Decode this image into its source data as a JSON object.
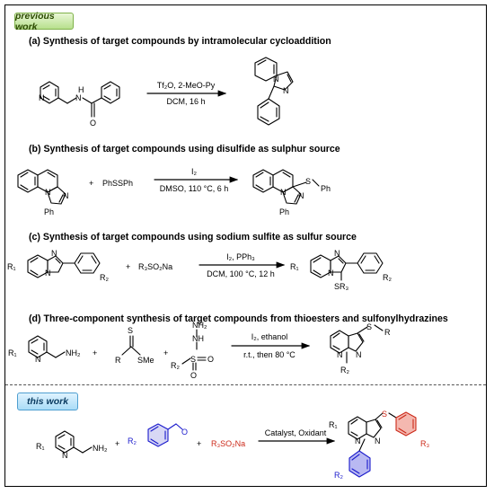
{
  "badges": {
    "previous": "previous work",
    "this": "this work"
  },
  "sections": {
    "a": {
      "title": "(a) Synthesis of target compounds by intramolecular cycloaddition",
      "condition_top": "Tf₂O, 2-MeO-Py",
      "condition_bottom": "DCM, 16 h",
      "substituents": {
        "nh": "N",
        "h": "H",
        "o": "O",
        "n1": "N",
        "n2": "N",
        "n3": "N"
      }
    },
    "b": {
      "title": "(b) Synthesis of target compounds using disulfide as sulphur source",
      "reagent": "PhSSPh",
      "plus": "+",
      "condition_top": "I₂",
      "condition_bottom": "DMSO, 110 °C, 6 h",
      "substituents": {
        "ph1": "Ph",
        "ph2": "Ph",
        "s": "S",
        "ph3": "Ph",
        "n1": "N",
        "n2": "N",
        "n3": "N",
        "n4": "N"
      }
    },
    "c": {
      "title": "(c) Synthesis of target compounds using sodium sulfite as sulfur source",
      "reagent": "R₃SO₂Na",
      "plus": "+",
      "condition_top": "I₂, PPh₃",
      "condition_bottom": "DCM, 100 °C, 12 h",
      "substituents": {
        "r1a": "R₁",
        "r2a": "R₂",
        "r1b": "R₁",
        "r2b": "R₂",
        "sr3": "SR₃",
        "n1": "N",
        "n2": "N",
        "n3": "N",
        "n4": "N"
      }
    },
    "d": {
      "title": "(d) Three-component synthesis of target compounds from thioesters and sulfonylhydrazines",
      "condition_top": "I₂,  ethanol",
      "condition_bottom": "r.t., then 80 °C",
      "plus1": "+",
      "plus2": "+",
      "substituents": {
        "r1": "R₁",
        "nh2": "NH₂",
        "s_thio": "S",
        "r_thio": "R",
        "sme": "SMe",
        "nh2_hyd": "NH₂",
        "nh": "NH",
        "r2": "R₂",
        "s_sulf": "S",
        "o1": "O",
        "o2": "O",
        "s_prod": "S",
        "r_prod": "R",
        "r2_prod": "R₂",
        "n1": "N",
        "n2": "N",
        "n3": "N"
      }
    },
    "e": {
      "condition": "Catalyst, Oxidant",
      "reagent": "R₃SO₂Na",
      "plus1": "+",
      "plus2": "+",
      "substituents": {
        "r1": "R₁",
        "nh2": "NH₂",
        "r2": "R₂",
        "o": "O",
        "r1_prod": "R₁",
        "s": "S",
        "r2_prod": "R₂",
        "r3": "R₃",
        "n1": "N",
        "n2": "N",
        "n3": "N"
      }
    }
  },
  "colors": {
    "frame": "#000000",
    "previous_badge": "#b7e08d",
    "this_badge": "#a9dcf7",
    "aldehyde_blue": "#1a1acc",
    "sulfonyl_red": "#cc2a1a",
    "ring_red_fill": "#f4b8b0",
    "ring_blue_fill": "#b9b9f2"
  }
}
